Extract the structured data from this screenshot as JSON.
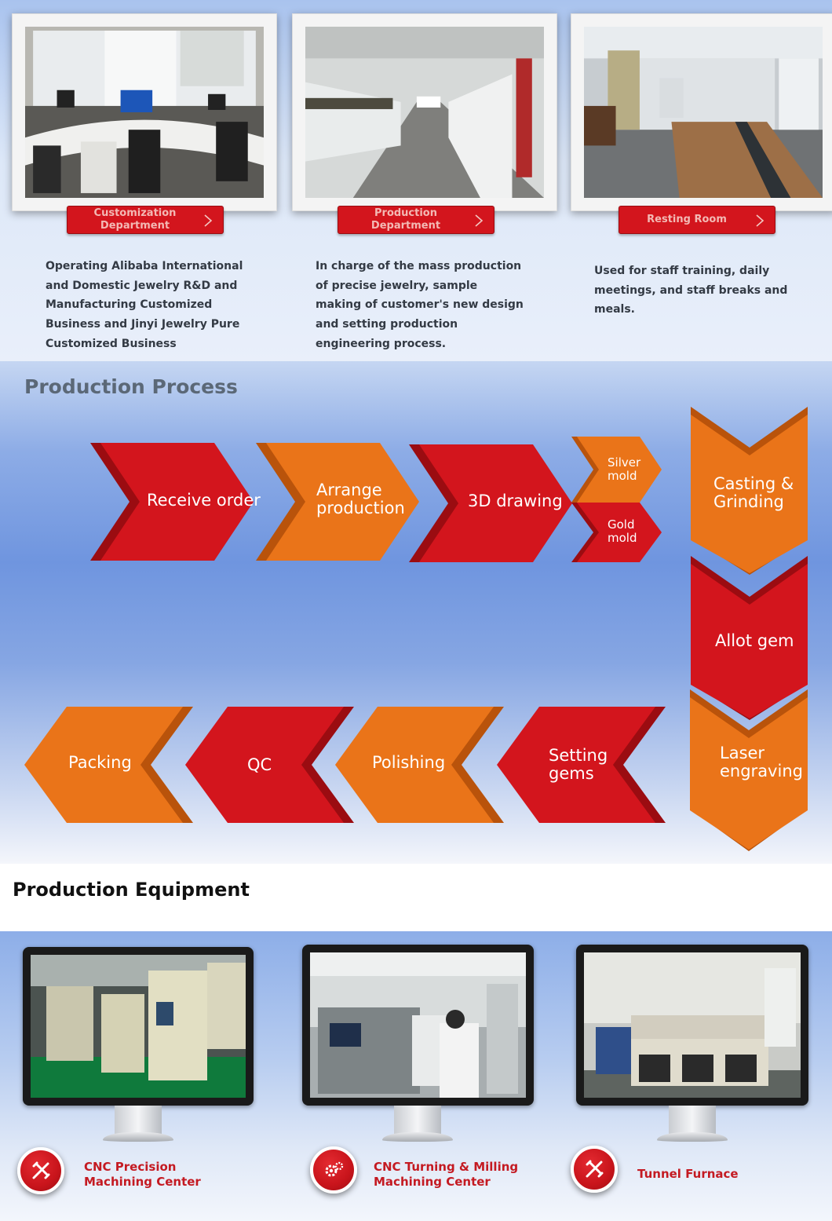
{
  "departments": [
    {
      "button_label": "Customization\nDepartment",
      "description": "Operating Alibaba International and Domestic Jewelry R&D and Manufacturing Customized Business and Jinyi Jewelry Pure Customized Business"
    },
    {
      "button_label": "Production\nDepartment",
      "description": "In charge of the mass production of precise jewelry, sample making of customer's new design and setting production engineering process."
    },
    {
      "button_label": "Resting Room",
      "description": "Used for staff training, daily meetings, and staff breaks and meals."
    }
  ],
  "process": {
    "title": "Production Process",
    "steps": [
      {
        "label": "Receive order",
        "color": "red"
      },
      {
        "label": "Arrange\nproduction",
        "color": "orange"
      },
      {
        "label": "3D drawing",
        "color": "red"
      },
      {
        "label": "Silver\nmold",
        "color": "orange"
      },
      {
        "label": "Gold\nmold",
        "color": "red"
      },
      {
        "label": "Casting &\nGrinding",
        "color": "orange"
      },
      {
        "label": "Allot gem",
        "color": "red"
      },
      {
        "label": "Laser\nengraving",
        "color": "orange"
      },
      {
        "label": "Setting\ngems",
        "color": "red"
      },
      {
        "label": "Polishing",
        "color": "orange"
      },
      {
        "label": "QC",
        "color": "red"
      },
      {
        "label": "Packing",
        "color": "orange"
      }
    ],
    "colors": {
      "red": "#d3151d",
      "red_dark": "#9b0c11",
      "orange": "#ea7419",
      "orange_dark": "#b9530b"
    }
  },
  "equipment": {
    "title": "Production Equipment",
    "items": [
      {
        "label": "CNC Precision\nMachining Center",
        "icon": "tools-icon"
      },
      {
        "label": "CNC Turning & Milling\nMachining Center",
        "icon": "gears-icon"
      },
      {
        "label": "Tunnel Furnace",
        "icon": "tools-icon"
      }
    ]
  }
}
